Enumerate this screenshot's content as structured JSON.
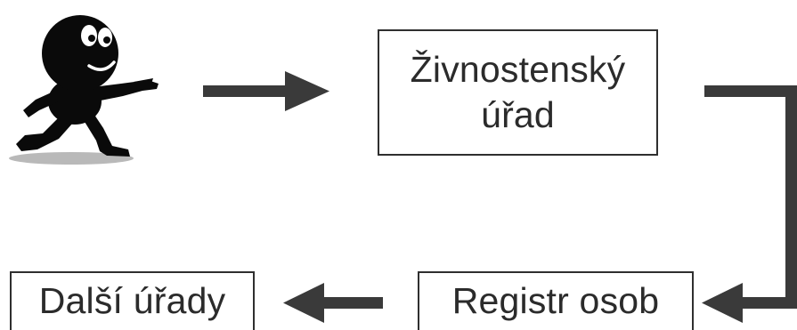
{
  "diagram": {
    "nodes": {
      "zivnostensky_urad": "Živnostenský úřad",
      "registr_osob": "Registr osob",
      "dalsi_urady": "Další úřady"
    },
    "edges": [
      {
        "from": "figure",
        "to": "zivnostensky_urad"
      },
      {
        "from": "zivnostensky_urad",
        "to": "registr_osob"
      },
      {
        "from": "registr_osob",
        "to": "dalsi_urady"
      }
    ],
    "colors": {
      "arrow": "#3a3a3a",
      "figure": "#0a0a0a",
      "border": "#2f2f2f"
    }
  }
}
